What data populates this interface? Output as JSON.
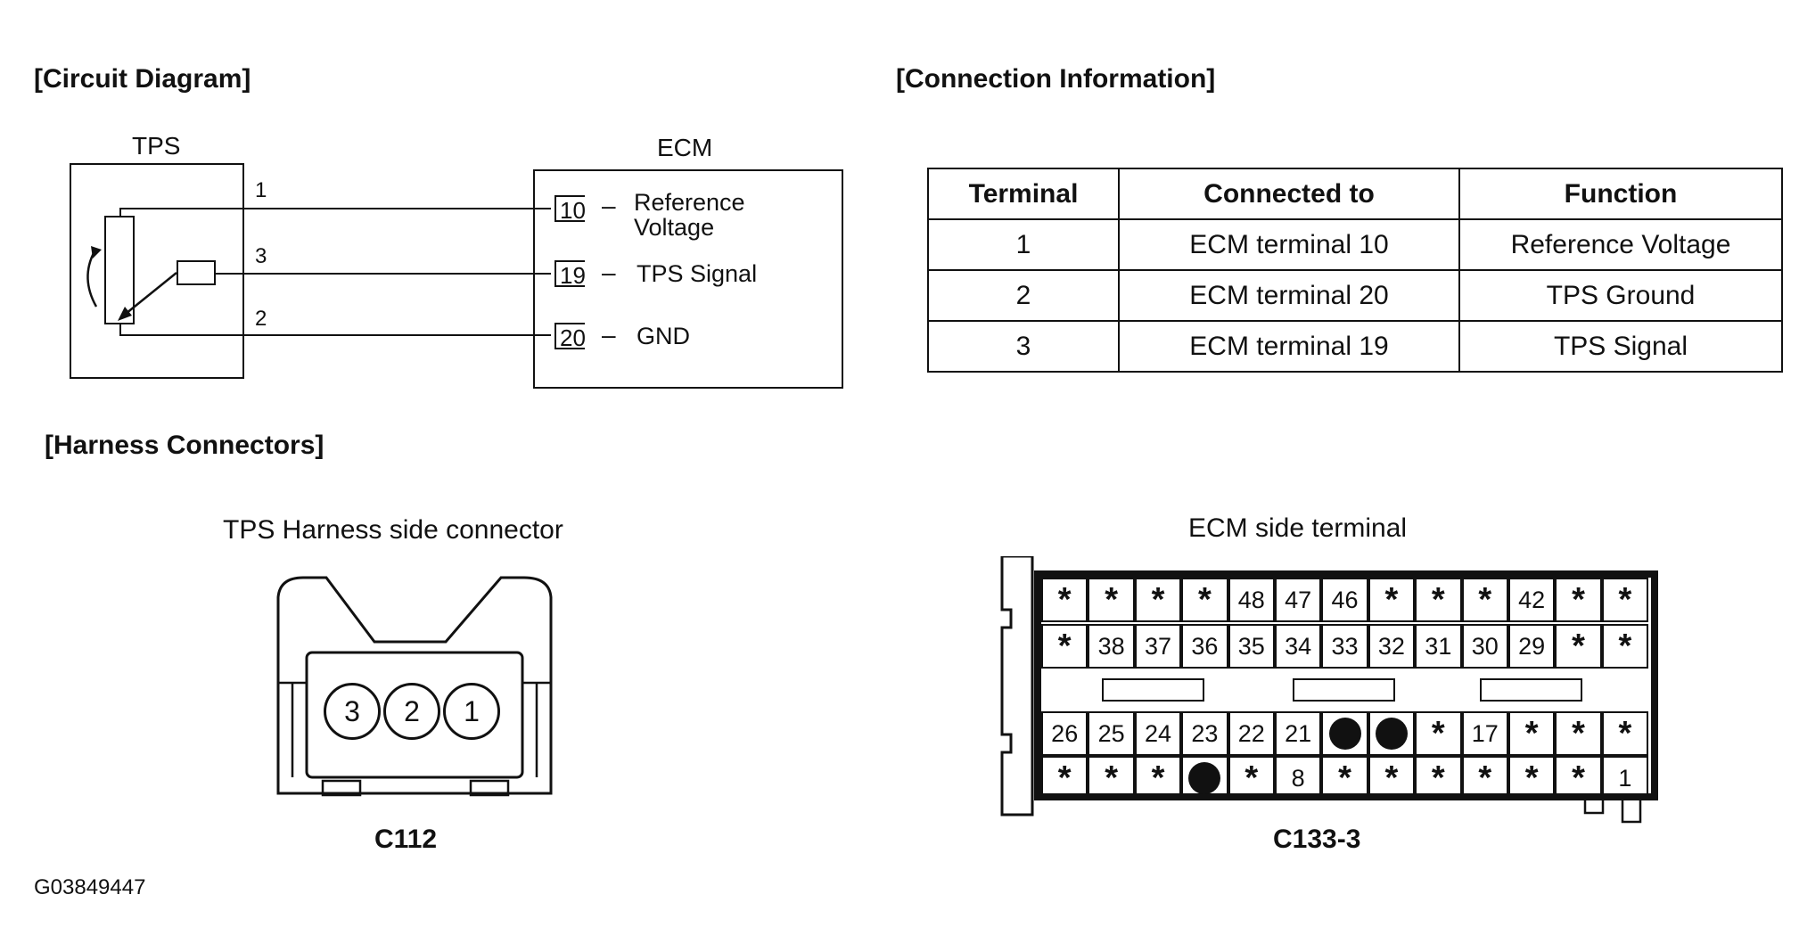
{
  "sections": {
    "circuit": "[Circuit Diagram]",
    "connection": "[Connection Information]",
    "harness": "[Harness Connectors]"
  },
  "circuit": {
    "tps_label": "TPS",
    "ecm_label": "ECM",
    "tps_pins": [
      "1",
      "3",
      "2"
    ],
    "ecm_pins": [
      {
        "num": "10",
        "desc_line1": "Reference",
        "desc_line2": "Voltage"
      },
      {
        "num": "19",
        "desc_line1": "TPS Signal",
        "desc_line2": ""
      },
      {
        "num": "20",
        "desc_line1": "GND",
        "desc_line2": ""
      }
    ]
  },
  "table": {
    "headers": [
      "Terminal",
      "Connected to",
      "Function"
    ],
    "rows": [
      [
        "1",
        "ECM terminal 10",
        "Reference Voltage"
      ],
      [
        "2",
        "ECM terminal 20",
        "TPS Ground"
      ],
      [
        "3",
        "ECM terminal 19",
        "TPS Signal"
      ]
    ]
  },
  "harness": {
    "tps_title": "TPS Harness side connector",
    "tps_pins": [
      "3",
      "2",
      "1"
    ],
    "tps_code": "C112",
    "ecm_title": "ECM side terminal",
    "ecm_code": "C133-3",
    "ecm_rows": [
      [
        "*",
        "*",
        "*",
        "*",
        "48",
        "47",
        "46",
        "*",
        "*",
        "*",
        "42",
        "*",
        "*"
      ],
      [
        "*",
        "38",
        "37",
        "36",
        "35",
        "34",
        "33",
        "32",
        "31",
        "30",
        "29",
        "*",
        "*"
      ],
      [
        "26",
        "25",
        "24",
        "23",
        "22",
        "21",
        "●",
        "●",
        "*",
        "17",
        "*",
        "*",
        "*"
      ],
      [
        "*",
        "*",
        "*",
        "●",
        "*",
        "8",
        "*",
        "*",
        "*",
        "*",
        "*",
        "*",
        "1"
      ]
    ]
  },
  "figure_id": "G03849447"
}
